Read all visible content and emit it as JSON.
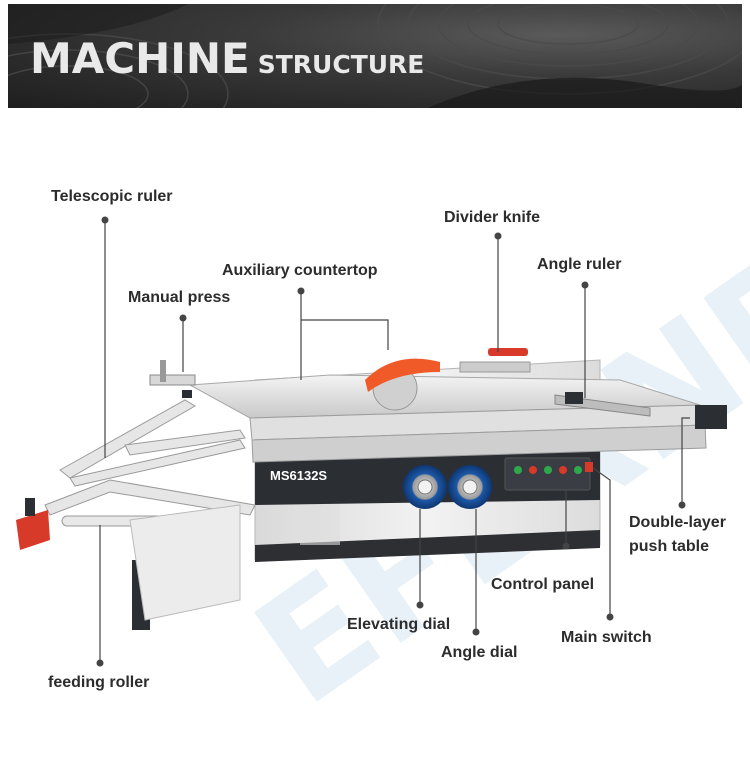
{
  "banner": {
    "title_main": "MACHINE",
    "title_sub": "STRUCTURE"
  },
  "machine": {
    "model_plate": "MS6132S",
    "watermark": "EFERNE"
  },
  "callouts": {
    "telescopic_ruler": "Telescopic ruler",
    "divider_knife": "Divider knife",
    "auxiliary_countertop": "Auxiliary countertop",
    "angle_ruler": "Angle ruler",
    "manual_press": "Manual press",
    "double_layer_push_table_line1": "Double-layer",
    "double_layer_push_table_line2": "push table",
    "control_panel": "Control panel",
    "elevating_dial": "Elevating dial",
    "main_switch": "Main switch",
    "angle_dial": "Angle dial",
    "feeding_roller": "feeding roller"
  },
  "colors": {
    "banner_dark": "#2a2a2a",
    "label_text": "#2c2c2c",
    "leader_line": "#444444",
    "machine_body": "#e8e8e8",
    "blade_guard": "#f05a28",
    "dial_blue": "#1c58a8",
    "panel_dark": "#2b2e33"
  }
}
